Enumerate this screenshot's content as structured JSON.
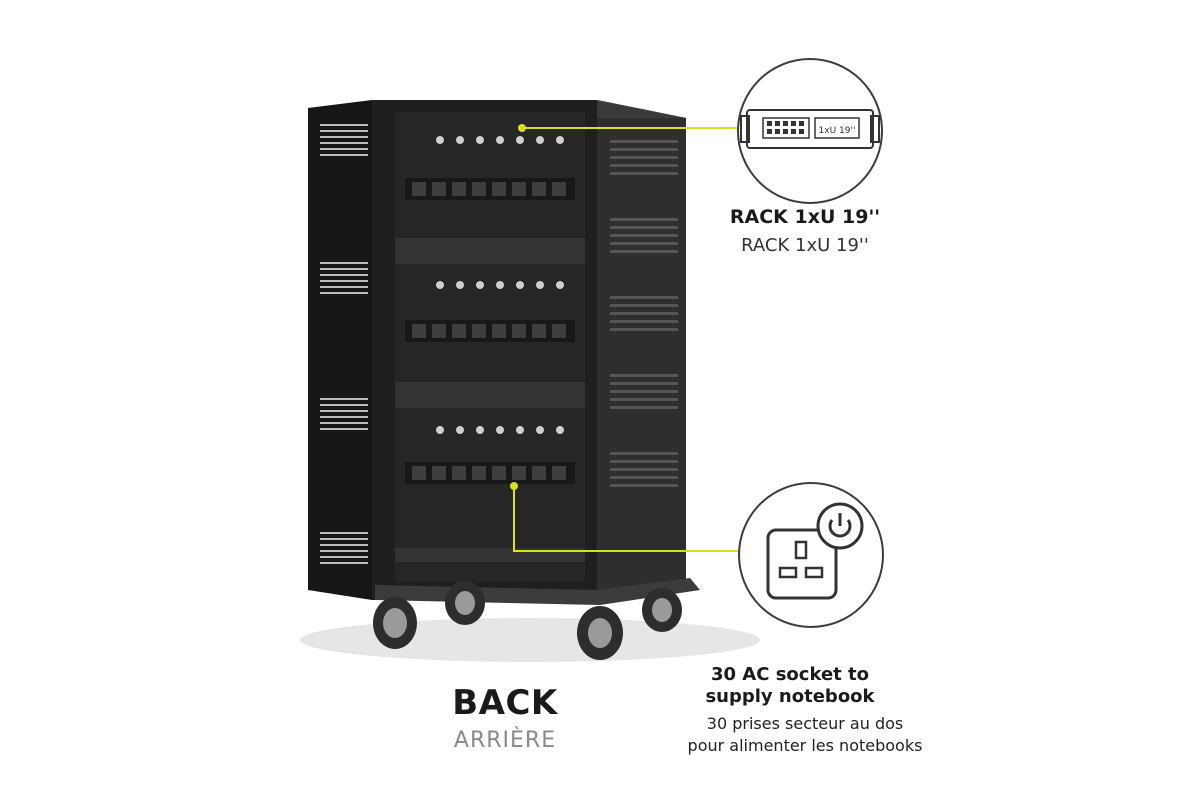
{
  "product_view": {
    "title": "BACK",
    "subtitle": "ARRIÈRE"
  },
  "callouts": {
    "rack": {
      "title": "RACK 1xU 19''",
      "subtitle": "RACK 1xU 19''",
      "icon_label": "1xU 19''",
      "icon": "rack-unit-icon"
    },
    "socket": {
      "title_line1": "30 AC socket to",
      "title_line2": "supply notebook",
      "subtitle_line1": "30 prises secteur au dos",
      "subtitle_line2": "pour alimenter les notebooks",
      "icon": "power-socket-icon"
    }
  },
  "colors": {
    "accent_line": "#d8e021",
    "cabinet": "#2b2b2b",
    "cabinet_dark": "#1c1c1c",
    "wheel": "#3d3d3d"
  }
}
